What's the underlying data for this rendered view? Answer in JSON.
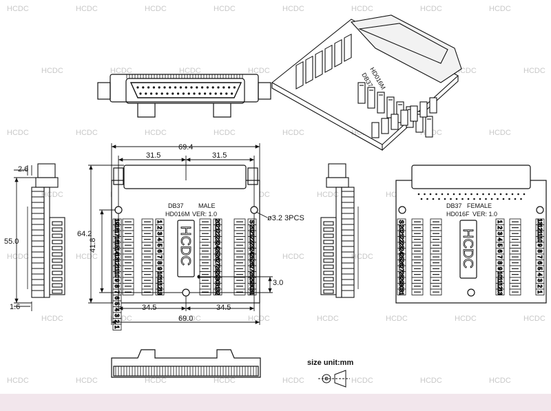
{
  "watermark": "HCDC",
  "brand_text": "HCDC",
  "male_board": {
    "connector": "DB37",
    "gender": "MALE",
    "model": "HD016M",
    "version": "VER: 1.0"
  },
  "female_board": {
    "connector": "DB37",
    "gender": "FEMALE",
    "model": "HD016F",
    "version": "VER: 1.0"
  },
  "iso_board": {
    "connector": "DB37",
    "model": "HD016M"
  },
  "dimensions": {
    "total_width_top": "69.4",
    "half_left": "31.5",
    "half_right": "31.5",
    "total_height": "64.2",
    "inner_height": "41.8",
    "hole": "ø3.2  3PCS",
    "edge_offset": "3.0",
    "bottom_left": "34.5",
    "bottom_right": "34.5",
    "total_width_bottom": "69.0",
    "side_top": "2.6",
    "side_height": "55.0",
    "side_bottom": "1.6"
  },
  "size_unit": "size unit:mm",
  "male_columns": {
    "outer_left": [
      "19",
      "18",
      "17",
      "16",
      "15",
      "14",
      "13",
      "12",
      "11",
      "10",
      "9",
      "8",
      "7",
      "6",
      "5",
      "4",
      "3",
      "2",
      "1"
    ],
    "inner_left": [
      "1",
      "2",
      "3",
      "4",
      "5",
      "6",
      "7",
      "8",
      "9",
      "10",
      "11",
      "12",
      "13",
      "14",
      "15",
      "16",
      "17",
      "18",
      "19"
    ],
    "inner_right": [
      "20",
      "21",
      "22",
      "23",
      "24",
      "25",
      "26",
      "27",
      "28",
      "29",
      "30",
      "31",
      "32",
      "33",
      "34",
      "35",
      "36",
      "37"
    ],
    "outer_right": [
      "S",
      "20",
      "21",
      "22",
      "23",
      "24",
      "25",
      "26",
      "27",
      "28",
      "29",
      "30",
      "31",
      "32",
      "33",
      "34",
      "35",
      "36",
      "37"
    ]
  },
  "female_columns": {
    "left": [
      "S",
      "20",
      "21",
      "22",
      "23",
      "24",
      "25",
      "26",
      "27",
      "28",
      "29",
      "30",
      "31",
      "32",
      "33",
      "34",
      "35",
      "36",
      "37"
    ],
    "right": [
      "1",
      "2",
      "3",
      "4",
      "5",
      "6",
      "7",
      "8",
      "9",
      "10",
      "11",
      "12",
      "13",
      "14",
      "15",
      "16",
      "17",
      "18",
      "19"
    ]
  }
}
